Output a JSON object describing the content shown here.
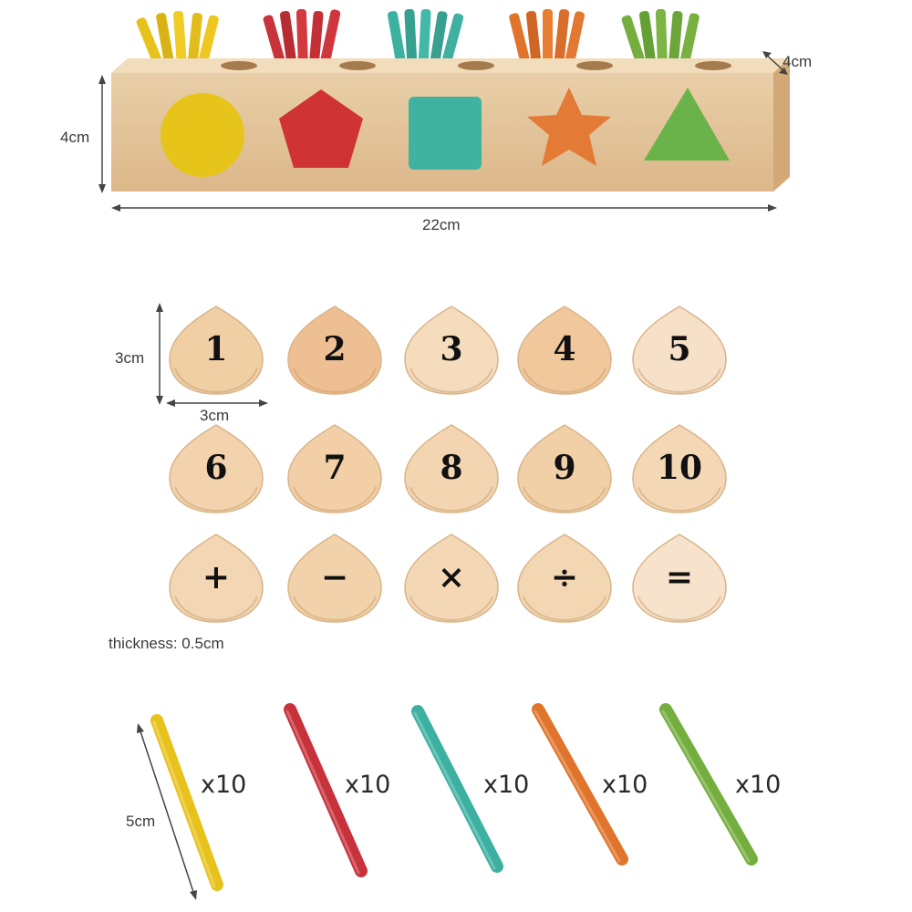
{
  "block": {
    "width_label": "22cm",
    "height_label": "4cm",
    "depth_label": "4cm",
    "shapes": [
      {
        "name": "circle",
        "color": "#e6c41a"
      },
      {
        "name": "pentagon",
        "color": "#cf3333"
      },
      {
        "name": "square",
        "color": "#3fb3a0"
      },
      {
        "name": "star",
        "color": "#e37a36"
      },
      {
        "name": "triangle",
        "color": "#6ab34a"
      }
    ]
  },
  "tiles": {
    "height_label": "3cm",
    "width_label": "3cm",
    "thickness_label": "thickness: 0.5cm",
    "symbols": [
      "1",
      "2",
      "3",
      "4",
      "5",
      "6",
      "7",
      "8",
      "9",
      "10",
      "+",
      "−",
      "×",
      "÷",
      "="
    ]
  },
  "sticks": {
    "length_label": "5cm",
    "items": [
      {
        "color": "#e8c21c",
        "count": "x10"
      },
      {
        "color": "#c8323a",
        "count": "x10"
      },
      {
        "color": "#3cb1a1",
        "count": "x10"
      },
      {
        "color": "#e0742c",
        "count": "x10"
      },
      {
        "color": "#74ae3e",
        "count": "x10"
      }
    ]
  }
}
